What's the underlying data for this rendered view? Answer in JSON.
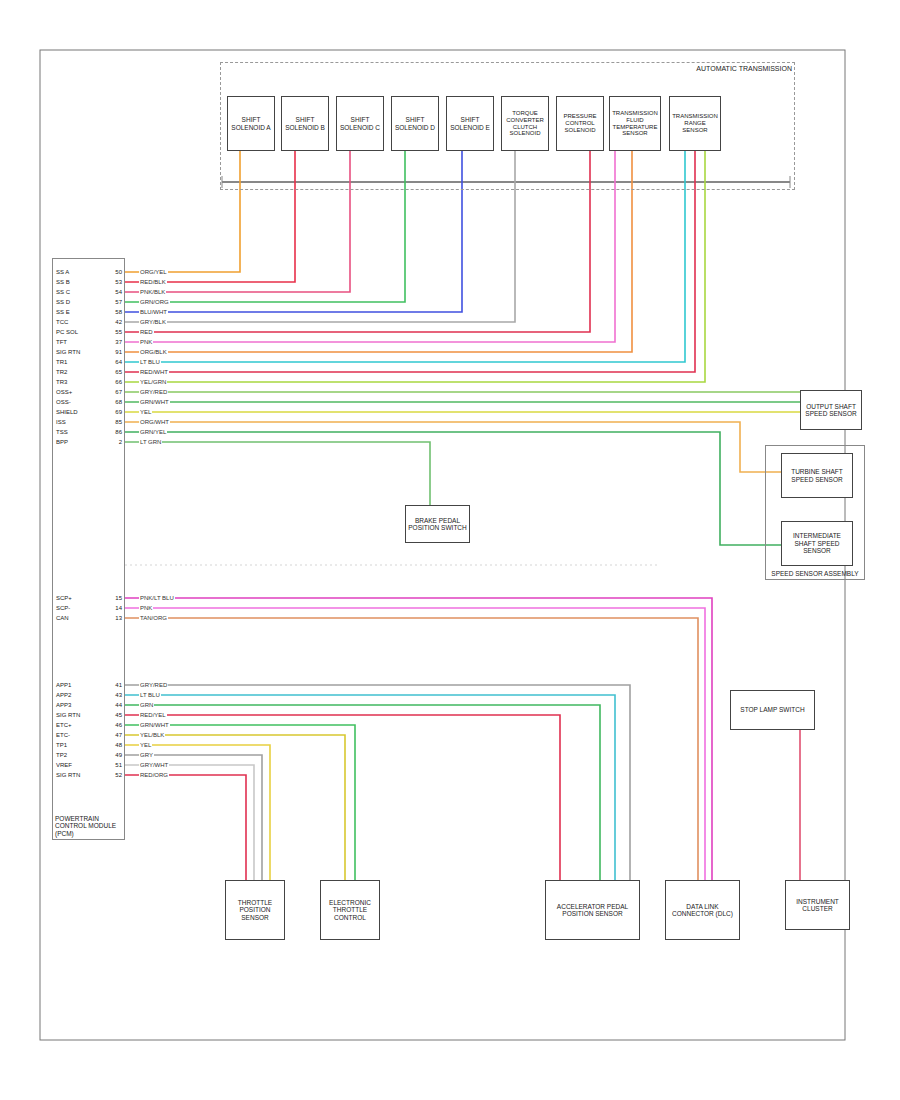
{
  "diagram": {
    "nodes": [
      {
        "text": [
          "AUTOMATIC TRANSMISSION"
        ]
      },
      {
        "text": [
          "SHIFT SOLENOID A"
        ],
        "in": 0
      },
      {
        "text": [
          "SHIFT SOLENOID B"
        ],
        "in": 0
      },
      {
        "text": [
          "SHIFT SOLENOID C"
        ],
        "in": 0
      },
      {
        "text": [
          "SHIFT SOLENOID D"
        ],
        "in": 0
      },
      {
        "text": [
          "SHIFT SOLENOID E"
        ],
        "in": 0
      },
      {
        "text": [
          "TORQUE CONVERTER CLUTCH SOLENOID"
        ],
        "in": 0
      },
      {
        "text": [
          "PRESSURE CONTROL SOLENOID"
        ],
        "in": 0
      },
      {
        "text": [
          "TRANSMISSION FLUID TEMPERATURE SENSOR"
        ],
        "in": 0
      },
      {
        "text": [
          "TRANSMISSION RANGE SENSOR"
        ],
        "in": 0
      },
      {
        "text": [
          "POWERTRAIN CONTROL MODULE (PCM)"
        ]
      },
      {
        "text": [
          "OUTPUT SHAFT SPEED SENSOR"
        ]
      },
      {
        "text": [
          "SPEED SENSOR ASSEMBLY"
        ]
      },
      {
        "text": [
          "TURBINE SHAFT SPEED SENSOR"
        ],
        "in": 12
      },
      {
        "text": [
          "INTERMEDIATE SHAFT SPEED SENSOR"
        ],
        "in": 12
      },
      {
        "text": [
          "BRAKE PEDAL POSITION SWITCH"
        ]
      },
      {
        "text": [
          "STOP LAMP SWITCH"
        ]
      },
      {
        "text": [
          "THROTTLE POSITION SENSOR"
        ]
      },
      {
        "text": [
          "ELECTRONIC THROTTLE CONTROL"
        ]
      },
      {
        "text": [
          "ACCELERATOR PEDAL POSITION SENSOR"
        ]
      },
      {
        "text": [
          "DATA LINK CONNECTOR (DLC)"
        ]
      },
      {
        "text": [
          "INSTRUMENT CLUSTER"
        ]
      }
    ],
    "edges": [
      {
        "from": 10,
        "to": 1,
        "arrow": "none",
        "label": "ORG/YEL"
      },
      {
        "from": 10,
        "to": 2,
        "arrow": "none",
        "label": "RED/BLK"
      },
      {
        "from": 10,
        "to": 3,
        "arrow": "none",
        "label": "PNK/BLK"
      },
      {
        "from": 10,
        "to": 4,
        "arrow": "none",
        "label": "GRN/ORG"
      },
      {
        "from": 10,
        "to": 5,
        "arrow": "none",
        "label": "BLU/WHT"
      },
      {
        "from": 10,
        "to": 6,
        "arrow": "none",
        "label": "GRY/BLK"
      },
      {
        "from": 10,
        "to": 7,
        "arrow": "none",
        "label": "RED"
      },
      {
        "from": 10,
        "to": 8,
        "arrow": "none",
        "label": "PNK"
      },
      {
        "from": 10,
        "to": 8,
        "arrow": "none",
        "label": "ORG/BLK"
      },
      {
        "from": 10,
        "to": 9,
        "arrow": "none",
        "label": "LT BLU"
      },
      {
        "from": 10,
        "to": 9,
        "arrow": "none",
        "label": "RED/WHT"
      },
      {
        "from": 10,
        "to": 9,
        "arrow": "none",
        "label": "YEL/GRN"
      },
      {
        "from": 10,
        "to": 11,
        "arrow": "none",
        "label": "GRY/RED"
      },
      {
        "from": 10,
        "to": 11,
        "arrow": "none",
        "label": "GRN/WHT"
      },
      {
        "from": 10,
        "to": 11,
        "arrow": "none",
        "label": "YEL"
      },
      {
        "from": 10,
        "to": 13,
        "arrow": "none",
        "label": "ORG/WHT"
      },
      {
        "from": 10,
        "to": 14,
        "arrow": "none",
        "label": "GRN/YEL"
      },
      {
        "from": 10,
        "to": 15,
        "arrow": "none",
        "label": "LT GRN"
      },
      {
        "from": 10,
        "to": 20,
        "arrow": "none",
        "label": "PNK/LT BLU"
      },
      {
        "from": 10,
        "to": 20,
        "arrow": "none",
        "label": "PNK"
      },
      {
        "from": 10,
        "to": 20,
        "arrow": "none",
        "label": "TAN/ORG"
      },
      {
        "from": 10,
        "to": 19,
        "arrow": "none",
        "label": "GRY/RED"
      },
      {
        "from": 10,
        "to": 19,
        "arrow": "none",
        "label": "LT BLU"
      },
      {
        "from": 10,
        "to": 19,
        "arrow": "none",
        "label": "GRN"
      },
      {
        "from": 10,
        "to": 19,
        "arrow": "none",
        "label": "RED/YEL"
      },
      {
        "from": 10,
        "to": 18,
        "arrow": "none",
        "label": "GRN/WHT"
      },
      {
        "from": 10,
        "to": 18,
        "arrow": "none",
        "label": "YEL/BLK"
      },
      {
        "from": 10,
        "to": 17,
        "arrow": "none",
        "label": "YEL"
      },
      {
        "from": 10,
        "to": 17,
        "arrow": "none",
        "label": "GRY"
      },
      {
        "from": 10,
        "to": 17,
        "arrow": "none",
        "label": "GRY/WHT"
      },
      {
        "from": 10,
        "to": 17,
        "arrow": "none",
        "label": "RED/ORG"
      },
      {
        "from": 16,
        "to": 21,
        "arrow": "none"
      }
    ],
    "labels": [
      "SS A",
      "50",
      "SS B",
      "53",
      "SS C",
      "54",
      "SS D",
      "57",
      "SS E",
      "58",
      "TCC",
      "42",
      "PC SOL",
      "55",
      "TFT",
      "37",
      "SIG RTN",
      "91",
      "TR1",
      "64",
      "TR2",
      "65",
      "TR3",
      "66",
      "OSS+",
      "67",
      "OSS-",
      "68",
      "SHIELD",
      "69",
      "ISS",
      "85",
      "TSS",
      "86",
      "BPP",
      "2",
      "SCP+",
      "15",
      "SCP-",
      "14",
      "CAN",
      "13",
      "APP1",
      "41",
      "APP2",
      "43",
      "APP3",
      "44",
      "SIG RTN",
      "45",
      "ETC+",
      "46",
      "ETC-",
      "47",
      "TP1",
      "48",
      "TP2",
      "49",
      "VREF",
      "51",
      "SIG RTN",
      "52"
    ]
  }
}
